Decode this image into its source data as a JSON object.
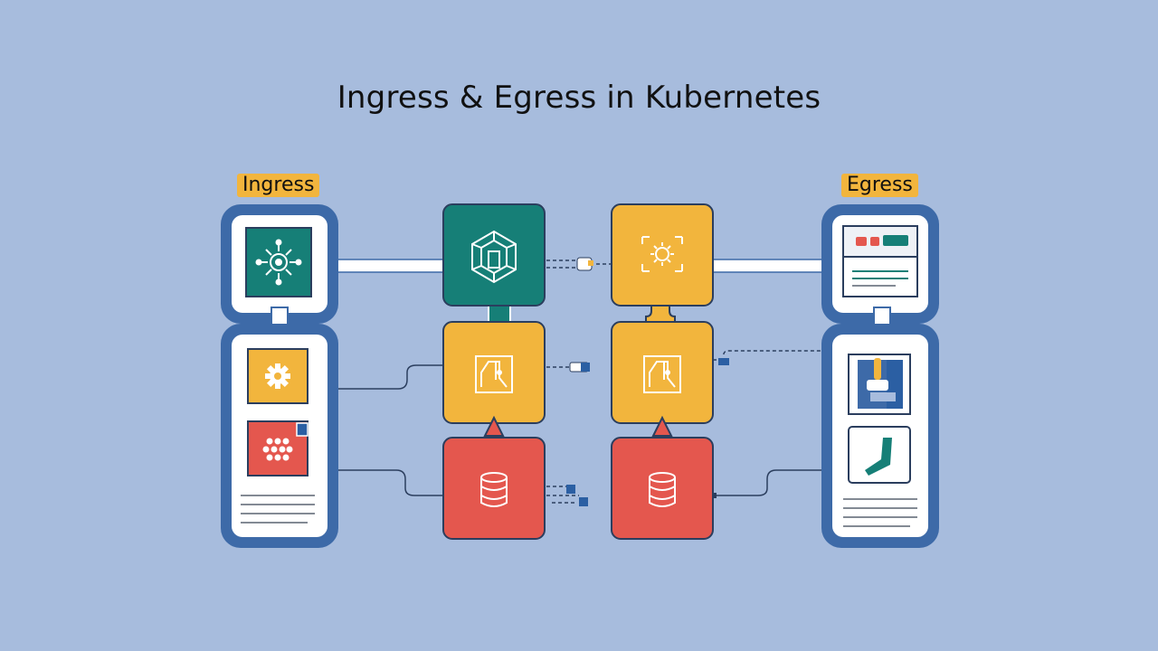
{
  "title": "Ingress & Egress in Kubernetes",
  "labels": {
    "ingress": "Ingress",
    "egress": "Egress"
  },
  "colors": {
    "background": "#a7bcdd",
    "frame_blue": "#3d6aa8",
    "teal": "#167f77",
    "amber": "#f2b53d",
    "red": "#e4574e",
    "label_bg": "#f2b53d",
    "panel_white": "#ffffff"
  },
  "icons": {
    "ingress_top": "network-gear-icon",
    "center_teal": "hexagon-network-icon",
    "center_amber": "route-icon",
    "center_red": "database-icon",
    "right_top": "settings-frame-icon",
    "right_amber": "route-icon",
    "right_red": "database-icon",
    "egress_top": "browser-window-icon",
    "egress_mid": "user-card-icon",
    "egress_bottom": "check-icon",
    "ingress_mid": "gear-icon",
    "ingress_bottom": "cluster-dots-icon"
  }
}
